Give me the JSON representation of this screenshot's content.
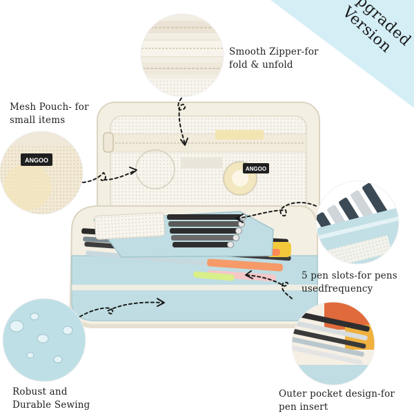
{
  "banner": {
    "line1": "Upgraded",
    "line2": "Version",
    "color": "#d4eef6"
  },
  "brand": {
    "logo_text": "ANGOO"
  },
  "callouts": {
    "zipper": {
      "line1": "Smooth Zipper-for",
      "line2": "fold & unfold"
    },
    "mesh": {
      "line1": "Mesh Pouch- for",
      "line2": "small items"
    },
    "slots": {
      "line1": "5 pen slots-for pens",
      "line2": "usedfrequency"
    },
    "sewing": {
      "line1": "Robust and",
      "line2": "Durable Sewing"
    },
    "pocket": {
      "line1": "Outer pocket design-for",
      "line2": "pen insert"
    }
  },
  "colors": {
    "case_cream": "#f4efe3",
    "case_blue": "#bfdde3",
    "mesh": "#f7f3ea",
    "dotted_line": "#1a1a1a"
  }
}
